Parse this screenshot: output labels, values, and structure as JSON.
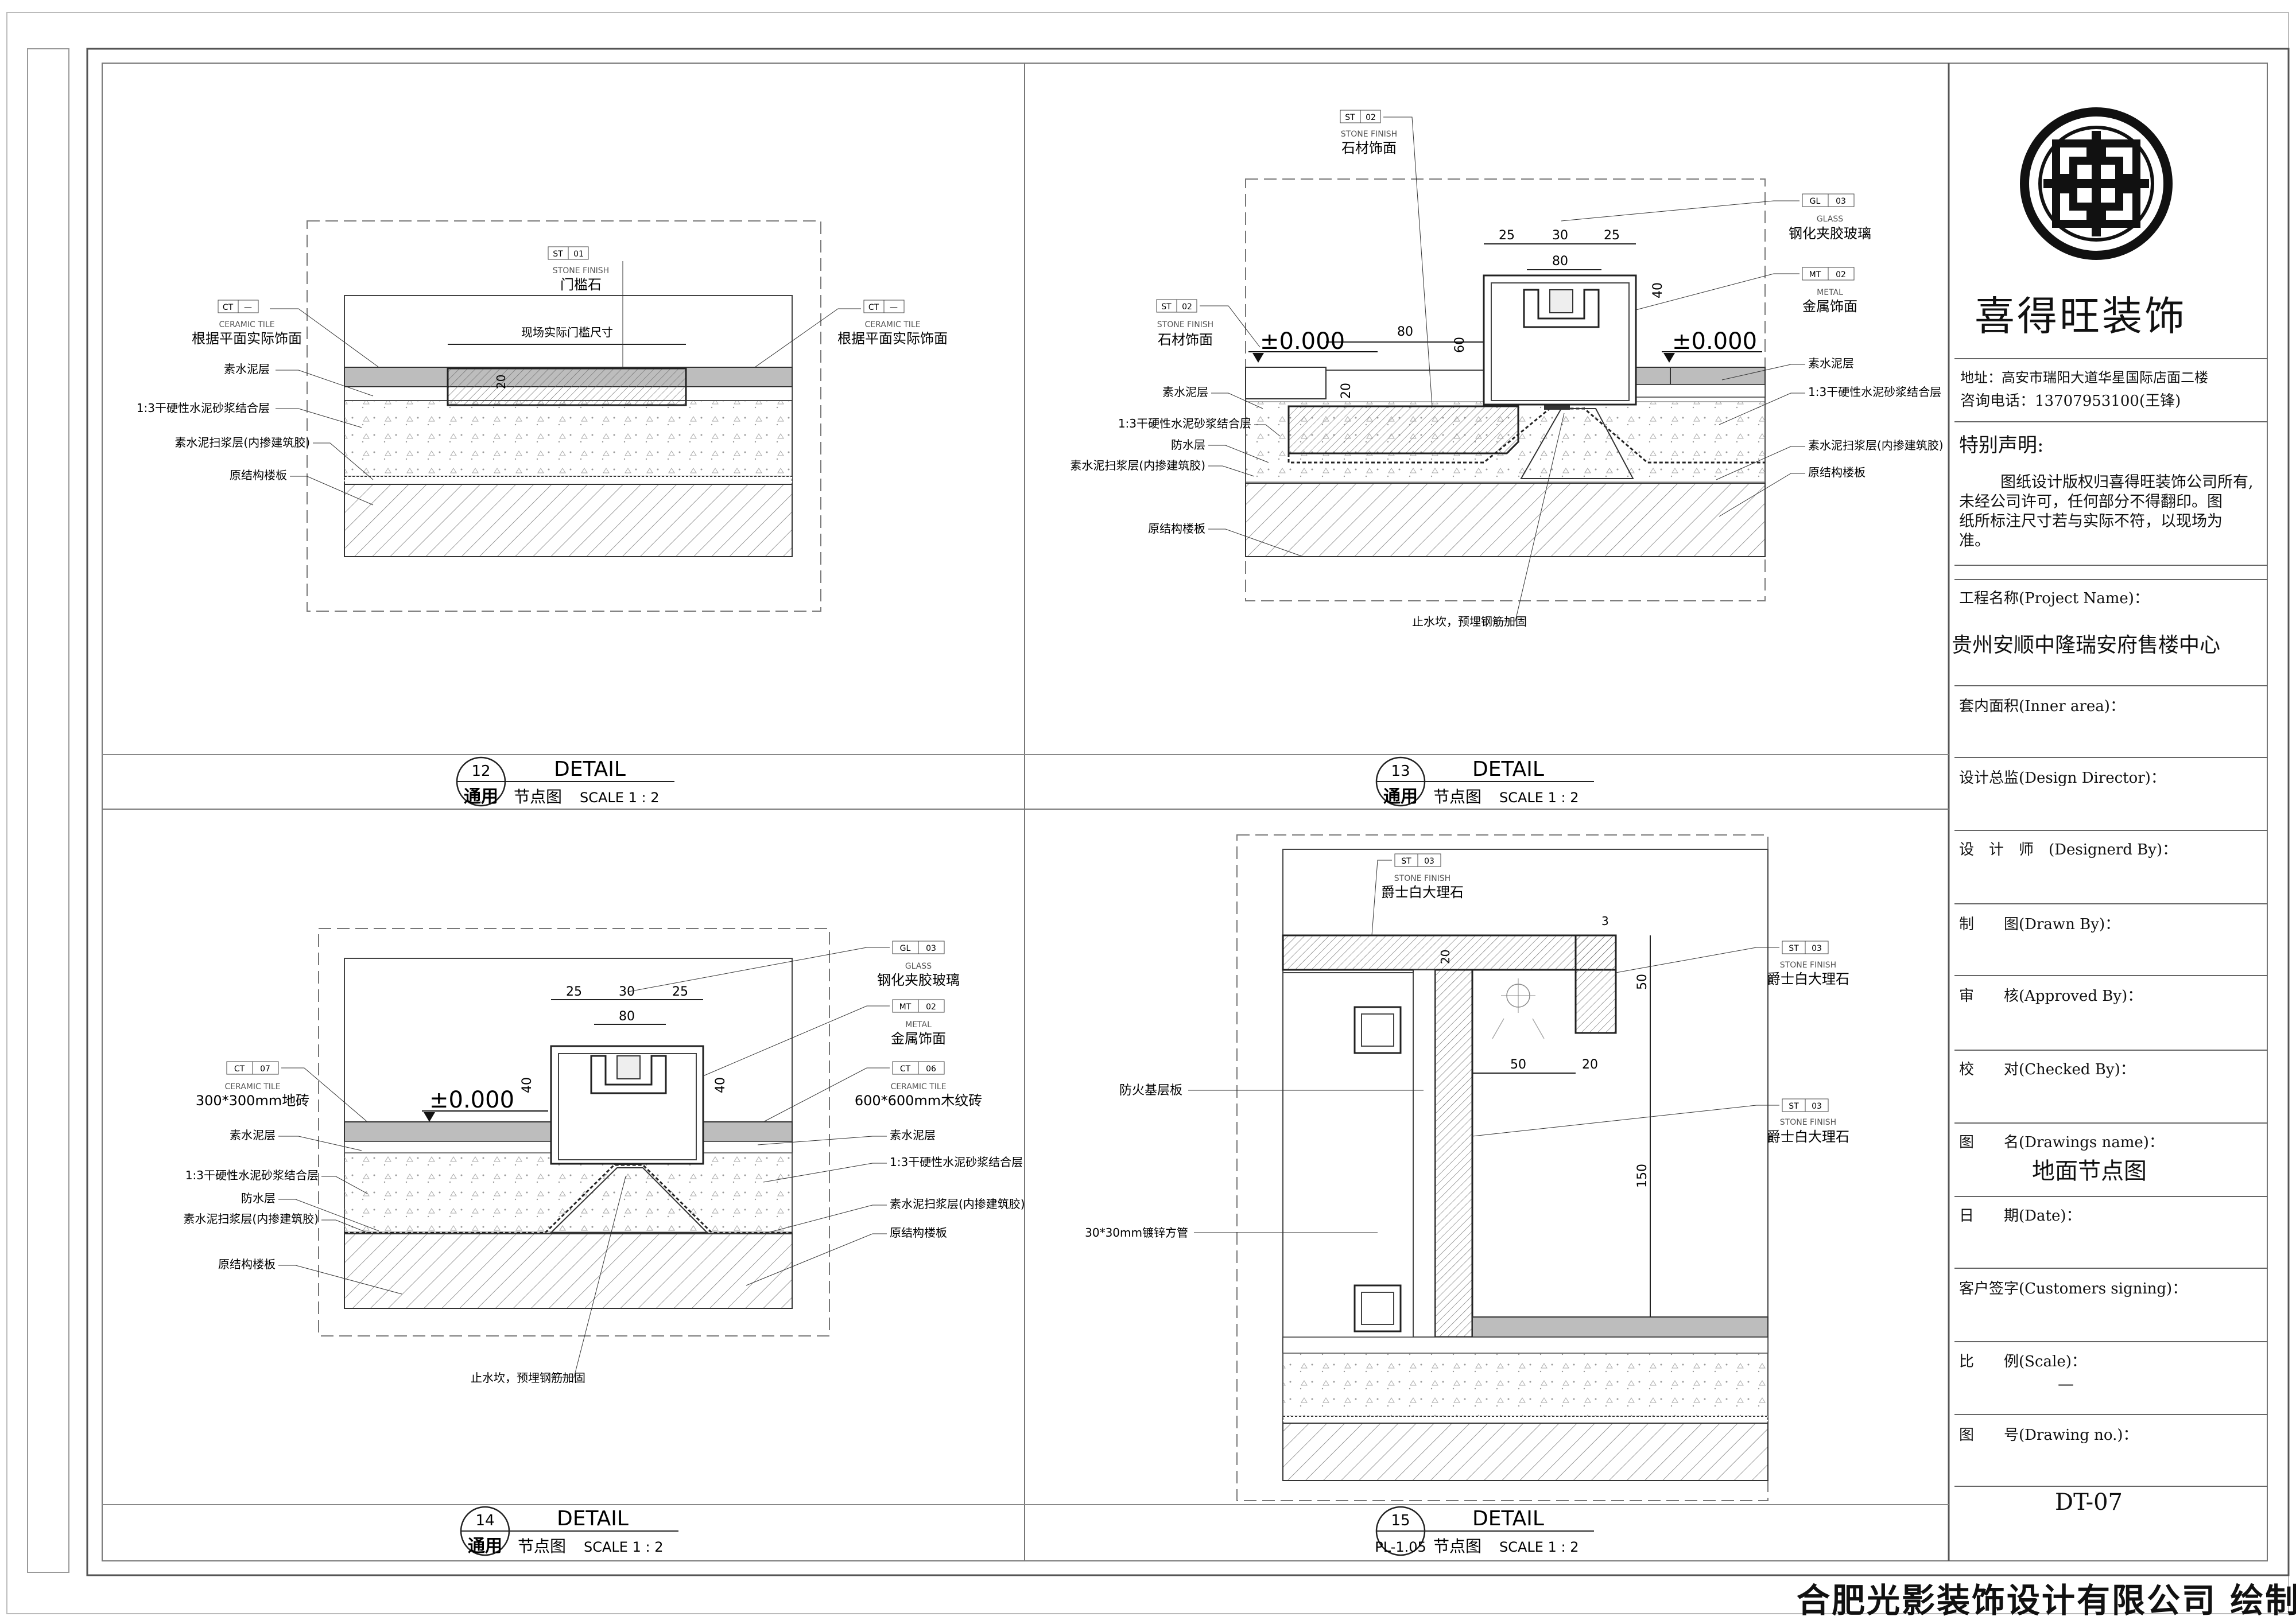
{
  "title_block": {
    "company_name": "喜得旺装饰",
    "address": "地址：高安市瑞阳大道华星国际店面二楼",
    "phone": "咨询电话：13707953100(王锋)",
    "notice_title": "特别声明:",
    "notice_lines": [
      "图纸设计版权归喜得旺装饰公司所有,",
      "未经公司许可，任何部分不得翻印。图",
      "纸所标注尺寸若与实际不符，以现场为",
      "准。"
    ],
    "project_label": "工程名称(Project Name)：",
    "project_name": "贵州安顺中隆瑞安府售楼中心",
    "inner_area_label": "套内面积(Inner area)：",
    "design_director_label": "设计总监(Design Director)：",
    "designer_label": "设　计　师　(Designerd By)：",
    "drawn_label": "制　　图(Drawn By)：",
    "approved_label": "审　　核(Approved By)：",
    "checked_label": "校　　对(Checked By)：",
    "drawing_name_label": "图　　名(Drawings name)：",
    "drawing_name": "地面节点图",
    "date_label": "日　　期(Date)：",
    "customer_label": "客户签字(Customers signing)：",
    "scale_label": "比　　例(Scale)：",
    "scale_value": "—",
    "drawing_no_label": "图　　号(Drawing no.)：",
    "drawing_no": "DT-07"
  },
  "footer": {
    "company": "合肥光影装饰设计有限公司 绘制"
  },
  "common": {
    "detail": "DETAIL",
    "node": "节点图",
    "scale": "SCALE 1 : 2",
    "level": "±0.000",
    "ceramic_tile": "CERAMIC TILE",
    "stone_finish": "STONE FINISH",
    "glass": "GLASS",
    "metal": "METAL"
  },
  "details": [
    {
      "number": "12",
      "ref": "通用",
      "tags": {
        "ct_left": [
          "CT",
          "—"
        ],
        "st": [
          "ST",
          "01"
        ],
        "ct_right": [
          "CT",
          "—"
        ]
      },
      "labels": {
        "finish": "根据平面实际饰面",
        "threshold": "门槛石",
        "site_size": "现场实际门槛尺寸",
        "cement": "素水泥层",
        "mortar": "1:3干硬性水泥砂浆结合层",
        "slurry": "素水泥扫浆层(内掺建筑胶)",
        "slab": "原结构楼板"
      },
      "dims": {
        "thick": "20"
      }
    },
    {
      "number": "13",
      "ref": "通用",
      "tags": {
        "st_top": [
          "ST",
          "02"
        ],
        "st_left": [
          "ST",
          "02"
        ],
        "gl": [
          "GL",
          "03"
        ],
        "mt": [
          "MT",
          "02"
        ]
      },
      "labels": {
        "stone": "石材饰面",
        "glass": "钢化夹胶玻璃",
        "metal": "金属饰面",
        "cement": "素水泥层",
        "mortar": "1:3干硬性水泥砂浆结合层",
        "waterproof": "防水层",
        "slurry": "素水泥扫浆层(内掺建筑胶)",
        "slab": "原结构楼板",
        "curb": "止水坎，预埋钢筋加固"
      },
      "dims": {
        "d25a": "25",
        "d30": "30",
        "d25b": "25",
        "d80": "80",
        "d80b": "80",
        "d60": "60",
        "d20": "20",
        "d40": "40"
      }
    },
    {
      "number": "14",
      "ref": "通用",
      "tags": {
        "gl": [
          "GL",
          "03"
        ],
        "mt": [
          "MT",
          "02"
        ],
        "ct07": [
          "CT",
          "07"
        ],
        "ct06": [
          "CT",
          "06"
        ]
      },
      "labels": {
        "glass": "钢化夹胶玻璃",
        "metal": "金属饰面",
        "tile300": "300*300mm地砖",
        "tile600": "600*600mm木纹砖",
        "cement": "素水泥层",
        "mortar": "1:3干硬性水泥砂浆结合层",
        "waterproof": "防水层",
        "slurry": "素水泥扫浆层(内掺建筑胶)",
        "slab": "原结构楼板",
        "curb": "止水坎，预埋钢筋加固"
      },
      "dims": {
        "d25a": "25",
        "d30": "30",
        "d25b": "25",
        "d80": "80",
        "d40a": "40",
        "d40b": "40"
      }
    },
    {
      "number": "15",
      "ref": "PL-1.05",
      "tags": {
        "st_top": [
          "ST",
          "03"
        ],
        "st_mid": [
          "ST",
          "03"
        ],
        "st_low": [
          "ST",
          "03"
        ]
      },
      "labels": {
        "marble": "爵士白大理石",
        "fireboard": "防火基层板",
        "pipe": "30*30mm镀锌方管"
      },
      "dims": {
        "d3": "3",
        "d20": "20",
        "d50": "50",
        "d50b": "50",
        "d20b": "20",
        "d150": "150"
      }
    }
  ]
}
